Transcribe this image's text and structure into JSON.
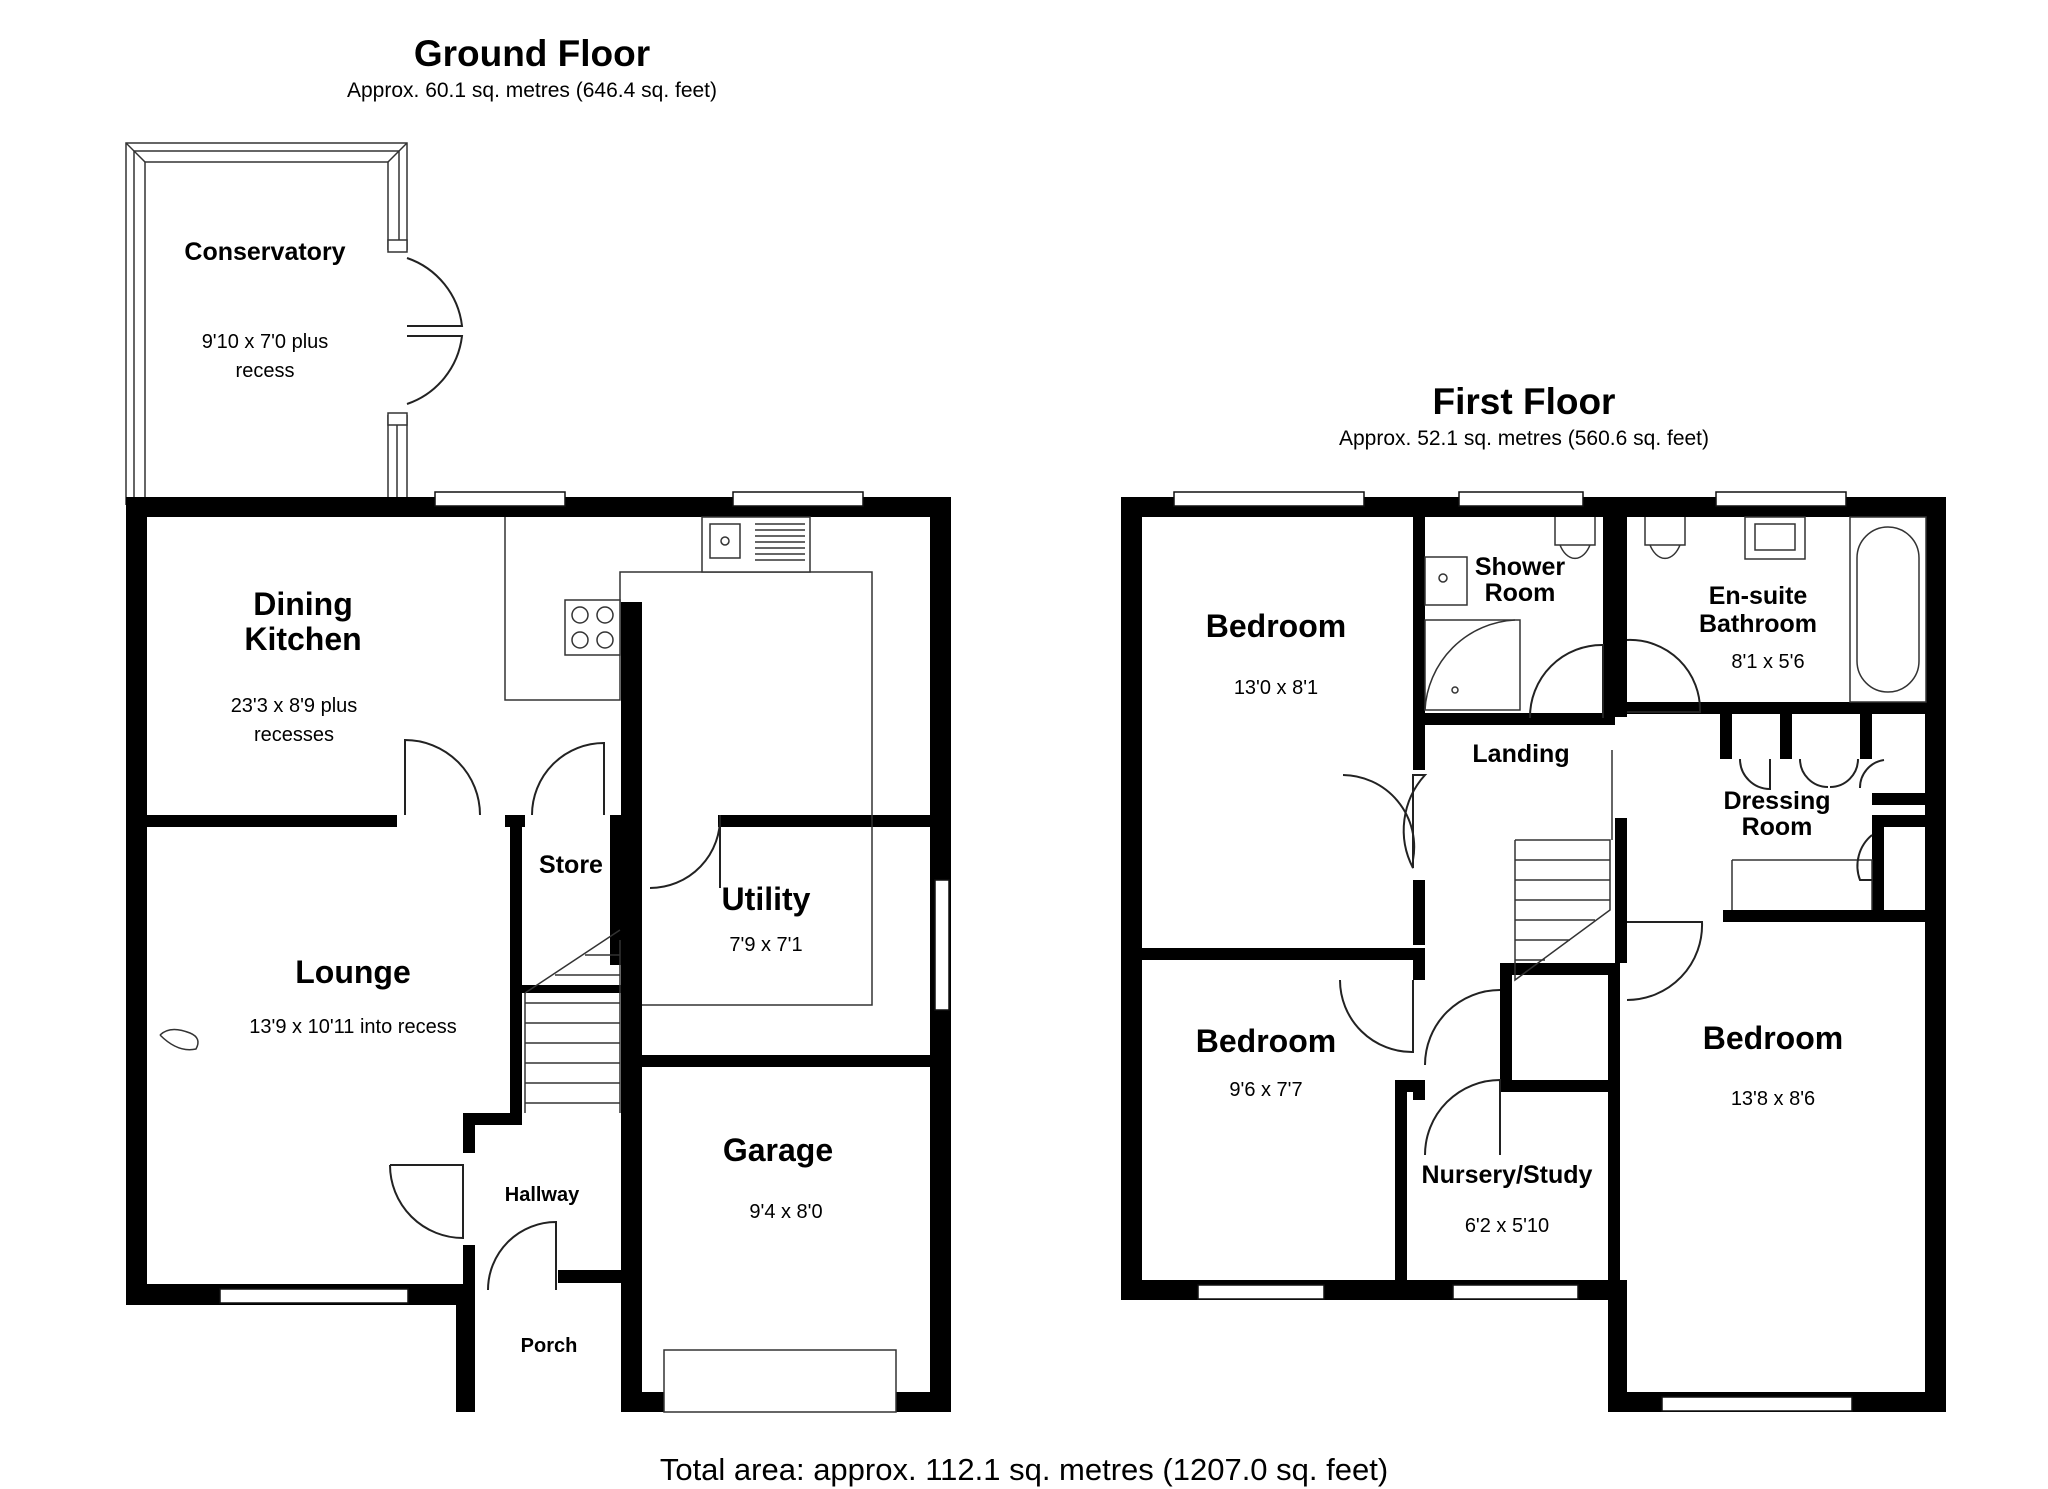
{
  "ground_floor": {
    "title": "Ground Floor",
    "area": "Approx. 60.1 sq. metres (646.4 sq. feet)",
    "rooms": {
      "conservatory": {
        "name": "Conservatory",
        "dims_line1": "9'10 x 7'0 plus",
        "dims_line2": "recess"
      },
      "dining_kitchen": {
        "name_line1": "Dining",
        "name_line2": "Kitchen",
        "dims_line1": "23'3 x 8'9 plus",
        "dims_line2": "recesses"
      },
      "lounge": {
        "name": "Lounge",
        "dims": "13'9 x 10'11 into recess"
      },
      "store": {
        "name": "Store"
      },
      "utility": {
        "name": "Utility",
        "dims": "7'9 x 7'1"
      },
      "garage": {
        "name": "Garage",
        "dims": "9'4 x 8'0"
      },
      "hallway": {
        "name": "Hallway"
      },
      "porch": {
        "name": "Porch"
      }
    }
  },
  "first_floor": {
    "title": "First Floor",
    "area": "Approx. 52.1 sq. metres (560.6 sq. feet)",
    "rooms": {
      "bedroom_1": {
        "name": "Bedroom",
        "dims": "13'0 x 8'1"
      },
      "shower_room": {
        "name_line1": "Shower",
        "name_line2": "Room"
      },
      "ensuite": {
        "name_line1": "En-suite",
        "name_line2": "Bathroom",
        "dims": "8'1 x 5'6"
      },
      "landing": {
        "name": "Landing"
      },
      "dressing_room": {
        "name_line1": "Dressing",
        "name_line2": "Room"
      },
      "bedroom_2": {
        "name": "Bedroom",
        "dims": "9'6 x 7'7"
      },
      "nursery": {
        "name": "Nursery/Study",
        "dims": "6'2 x 5'10"
      },
      "bedroom_3": {
        "name": "Bedroom",
        "dims": "13'8 x 8'6"
      }
    }
  },
  "total_area": "Total area: approx. 112.1 sq. metres (1207.0 sq. feet)"
}
